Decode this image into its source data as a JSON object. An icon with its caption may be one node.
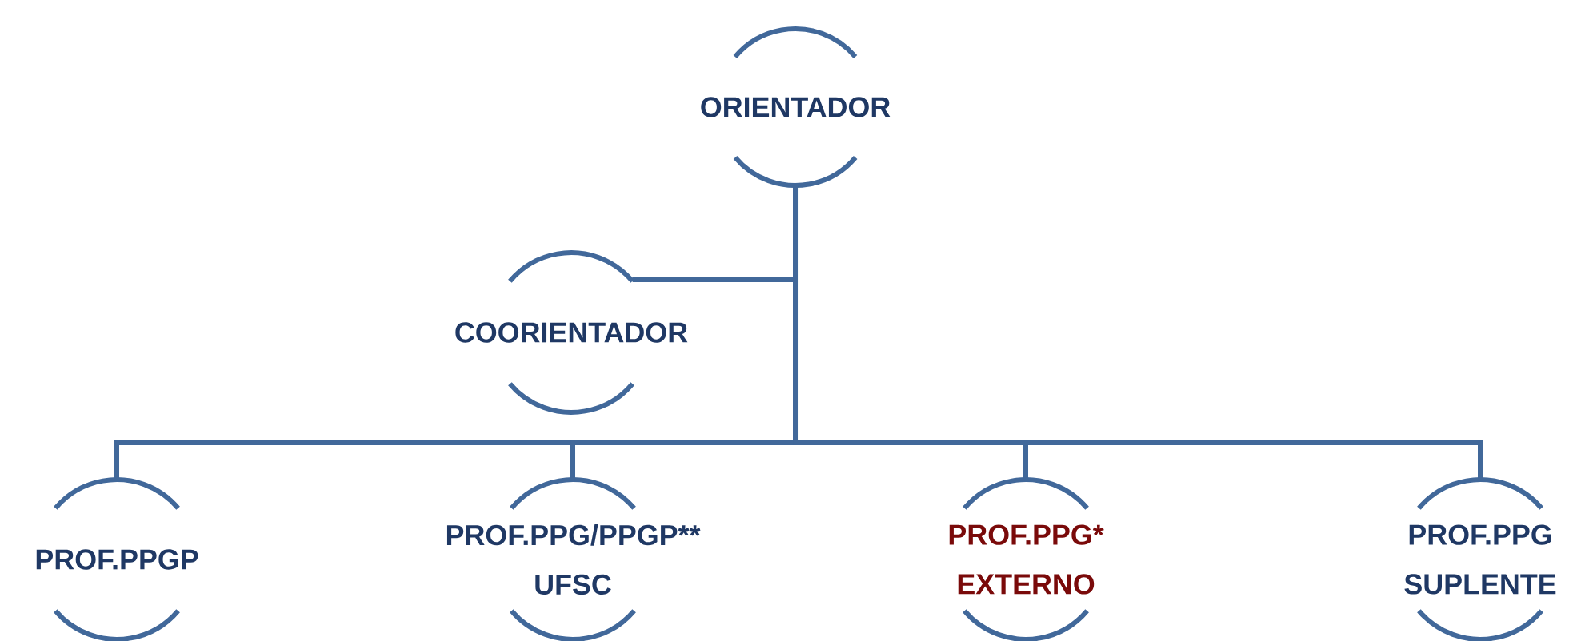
{
  "diagram": {
    "nodes": [
      {
        "text": [
          "ORIENTADOR"
        ]
      },
      {
        "text": [
          "COORIENTADOR"
        ]
      },
      {
        "text": [
          "PROF.PPGP"
        ]
      },
      {
        "text": [
          "PROF.PPG/PPGP** UFSC"
        ]
      },
      {
        "text": [
          "PROF.PPG* EXTERNO"
        ]
      },
      {
        "text": [
          "PROF.PPG SUPLENTE"
        ]
      }
    ],
    "edges": [
      {
        "from": 0,
        "to": 1,
        "arrow": "none"
      },
      {
        "from": 0,
        "to": 2,
        "arrow": "none"
      },
      {
        "from": 0,
        "to": 3,
        "arrow": "none"
      },
      {
        "from": 0,
        "to": 4,
        "arrow": "none"
      },
      {
        "from": 0,
        "to": 5,
        "arrow": "none"
      }
    ]
  }
}
